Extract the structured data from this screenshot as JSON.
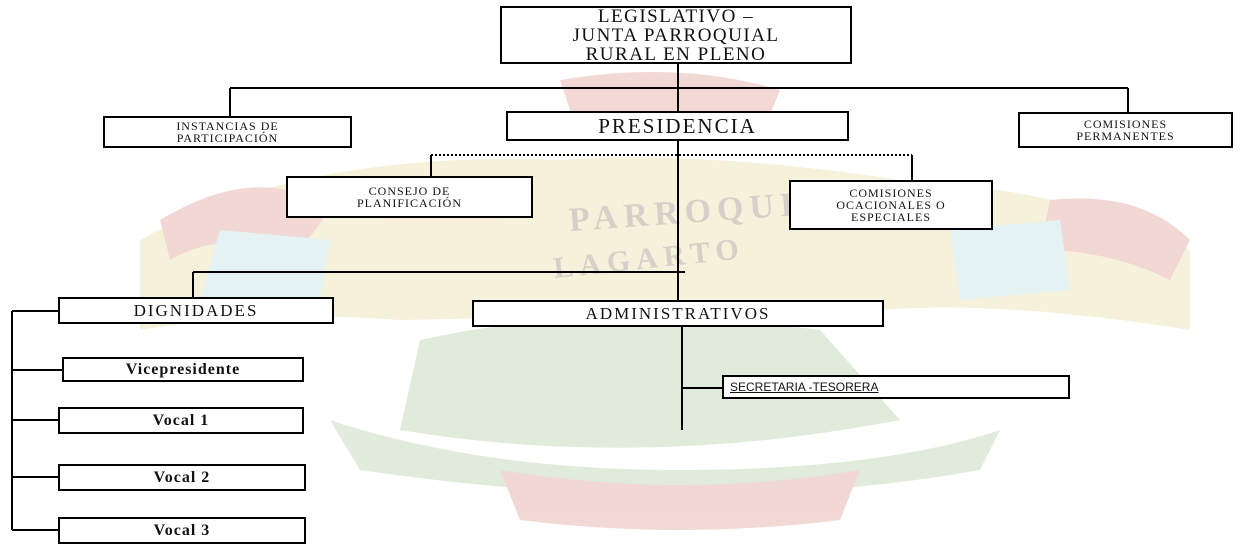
{
  "diagram": {
    "boxes": {
      "legislativo": "LEGISLATIVO –\nJUNTA PARROQUIAL\nRURAL EN PLENO",
      "instancias": "INSTANCIAS DE\nPARTICIPACIÓN",
      "presidencia": "PRESIDENCIA",
      "comisiones_permanentes": "COMISIONES\nPERMANENTES",
      "consejo": "CONSEJO DE\nPLANIFICACIÓN",
      "comisiones_ocasionales": "COMISIONES\nOCACIONALES O\nESPECIALES",
      "dignidades": "DIGNIDADES",
      "administrativos": "ADMINISTRATIVOS",
      "vicepresidente": "Vicepresidente",
      "vocal1": "Vocal 1",
      "vocal2": "Vocal 2",
      "vocal3": "Vocal 3",
      "secretaria": "SECRETARIA -TESORERA"
    },
    "watermark": {
      "text_top": "PARROQUIA",
      "text_bottom": "LAGARTO"
    },
    "colors": {
      "box_border": "#000000",
      "line": "#000000",
      "watermark_red": "#e8b9b2",
      "watermark_green": "#c9dcc0",
      "watermark_yellow": "#f0e6bf"
    }
  }
}
